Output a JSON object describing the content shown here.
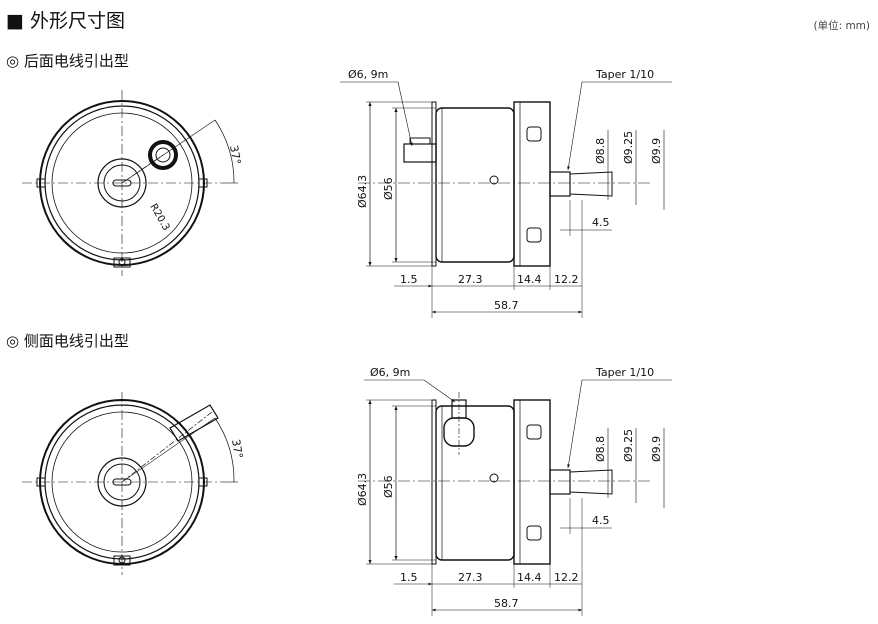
{
  "header": {
    "title": "■ 外形尺寸图",
    "unit_note": "(单位: mm)"
  },
  "sections": [
    {
      "label": "◎ 后面电线引出型",
      "front": {
        "radius_label": "R20.3",
        "angle_label": "37°"
      },
      "side": {
        "cable": "Ø6, 9m",
        "taper": "Taper 1/10",
        "d_outer": "Ø64.3",
        "d_body": "Ø56",
        "shaft_diams": [
          "Ø8.8",
          "Ø9.25",
          "Ø9.9"
        ],
        "shaft_len": "4.5",
        "bottom": [
          "1.5",
          "27.3",
          "14.4",
          "12.2"
        ],
        "total": "58.7"
      }
    },
    {
      "label": "◎ 侧面电线引出型",
      "front": {
        "angle_label": "37°"
      },
      "side": {
        "cable": "Ø6, 9m",
        "taper": "Taper 1/10",
        "d_outer": "Ø64.3",
        "d_body": "Ø56",
        "shaft_diams": [
          "Ø8.8",
          "Ø9.25",
          "Ø9.9"
        ],
        "shaft_len": "4.5",
        "bottom": [
          "1.5",
          "27.3",
          "14.4",
          "12.2"
        ],
        "total": "58.7"
      }
    }
  ]
}
